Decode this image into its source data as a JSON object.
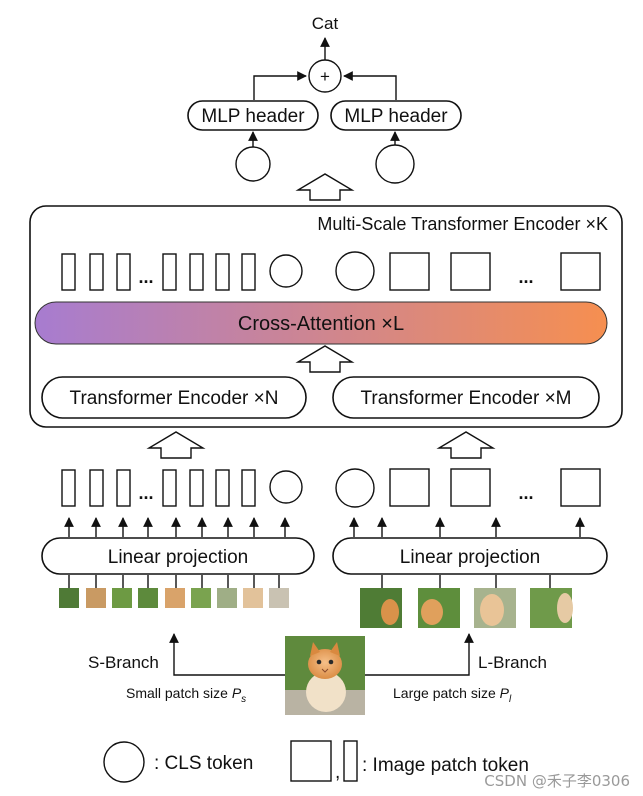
{
  "output": {
    "label": "Cat",
    "plus": "+"
  },
  "heads": [
    {
      "label": "MLP header"
    },
    {
      "label": "MLP header"
    }
  ],
  "encoder": {
    "title": "Multi-Scale Transformer Encoder ×K",
    "cross_attention": "Cross-Attention ×L",
    "s_encoder": "Transformer Encoder ×N",
    "l_encoder": "Transformer Encoder ×M",
    "gradient": {
      "start": "#a77cd0",
      "end": "#f68f50"
    }
  },
  "ellipsis": "...",
  "projection": {
    "s_label": "Linear projection",
    "l_label": "Linear projection"
  },
  "branches": {
    "s_label": "S-Branch",
    "l_label": "L-Branch",
    "s_caption": "Small patch size ",
    "s_symbol": "P",
    "s_sub": "s",
    "l_caption": "Large patch size ",
    "l_symbol": "P",
    "l_sub": "l"
  },
  "legend": {
    "cls_label": ": CLS token",
    "comma": ",",
    "patch_label": ": Image patch token"
  },
  "watermark": "CSDN @禾子李0306"
}
